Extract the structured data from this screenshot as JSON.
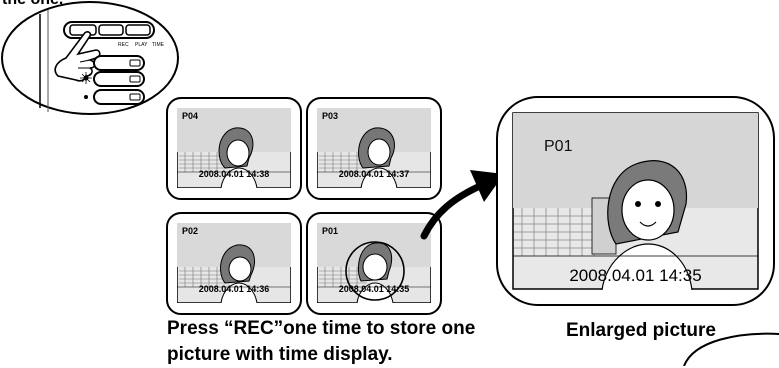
{
  "top_text": "the one.",
  "remote": {
    "button_labels": [
      "REC",
      "PLAY",
      "TIME"
    ]
  },
  "thumbnails": [
    {
      "label": "P04",
      "timestamp": "2008.04.01  14:38"
    },
    {
      "label": "P03",
      "timestamp": "2008.04.01  14:37"
    },
    {
      "label": "P02",
      "timestamp": "2008.04.01  14:36"
    },
    {
      "label": "P01",
      "timestamp": "2008.04.01  14:35"
    }
  ],
  "enlarged": {
    "label": "P01",
    "timestamp": "2008.04.01  14:35"
  },
  "captions": {
    "left": "Press “REC”one time to store one picture with time display.",
    "right": "Enlarged picture"
  }
}
